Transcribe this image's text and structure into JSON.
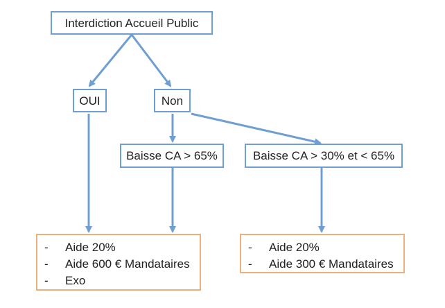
{
  "colors": {
    "blue_border": "#6f9fd1",
    "arrow": "#6f9fd1",
    "orange_border": "#ecb07d",
    "text": "#222222",
    "background": "#ffffff"
  },
  "nodes": {
    "root": {
      "label": "Interdiction Accueil Public"
    },
    "oui": {
      "label": "OUI"
    },
    "non": {
      "label": "Non"
    },
    "baisse_65": {
      "label": "Baisse CA > 65%"
    },
    "baisse_30_65": {
      "label": "Baisse CA > 30% et < 65%"
    }
  },
  "results": {
    "left": {
      "items": [
        {
          "bullet": "-",
          "text": "Aide 20%"
        },
        {
          "bullet": "-",
          "text": "Aide 600 € Mandataires"
        },
        {
          "bullet": "-",
          "text": "Exo"
        }
      ]
    },
    "right": {
      "items": [
        {
          "bullet": "-",
          "text": "Aide 20%"
        },
        {
          "bullet": "-",
          "text": "Aide 300 € Mandataires"
        }
      ]
    }
  },
  "edges": [
    {
      "from": "Interdiction Accueil Public",
      "to": "OUI"
    },
    {
      "from": "Interdiction Accueil Public",
      "to": "Non"
    },
    {
      "from": "Non",
      "to": "Baisse CA > 65%"
    },
    {
      "from": "Non",
      "to": "Baisse CA > 30% et < 65%"
    },
    {
      "from": "OUI",
      "to": "results.left"
    },
    {
      "from": "Baisse CA > 65%",
      "to": "results.left"
    },
    {
      "from": "Baisse CA > 30% et < 65%",
      "to": "results.right"
    }
  ]
}
